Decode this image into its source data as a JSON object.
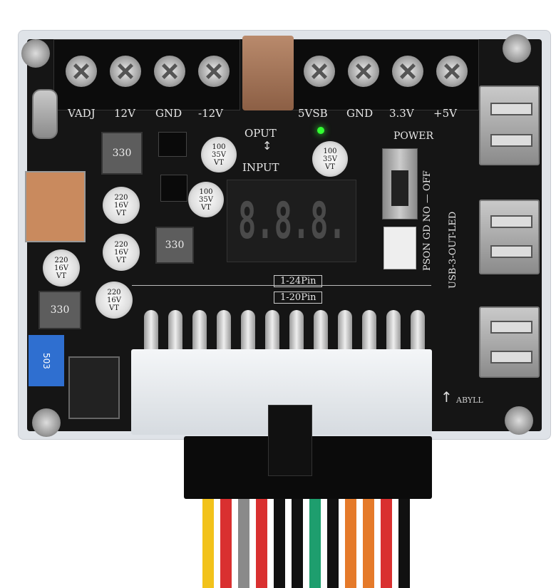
{
  "terminals_left": [
    "VADJ",
    "12V",
    "GND",
    "-12V"
  ],
  "terminals_right": [
    "5VSB",
    "GND",
    "3.3V",
    "+5V"
  ],
  "direction": {
    "top": "OPUT",
    "bottom": "INPUT"
  },
  "power_label": "POWER",
  "switch_label": "PSON GD NO — OFF",
  "usb_label": "USB-3-OUT-LED",
  "pin_labels": [
    "1-24Pin",
    "1-20Pin"
  ],
  "inductors": [
    "330",
    "330",
    "330"
  ],
  "caps": [
    {
      "v": "100",
      "r": "35V",
      "t": "VT"
    },
    {
      "v": "100",
      "r": "35V",
      "t": "VT"
    },
    {
      "v": "100",
      "r": "35V",
      "t": "VT"
    },
    {
      "v": "220",
      "r": "16V",
      "t": "VT"
    },
    {
      "v": "220",
      "r": "16V",
      "t": "VT"
    },
    {
      "v": "220",
      "r": "16V",
      "t": "VT"
    },
    {
      "v": "220",
      "r": "16V",
      "t": "VT"
    }
  ],
  "display": "8.8.8.",
  "pot_label": "503",
  "brand": "ABYLL",
  "wire_colors": [
    "#f2c21b",
    "#d93030",
    "#8a8a8a",
    "#d93030",
    "#111",
    "#111",
    "#1e9e6e",
    "#111",
    "#e57a2a",
    "#e57a2a",
    "#d93030",
    "#111"
  ]
}
